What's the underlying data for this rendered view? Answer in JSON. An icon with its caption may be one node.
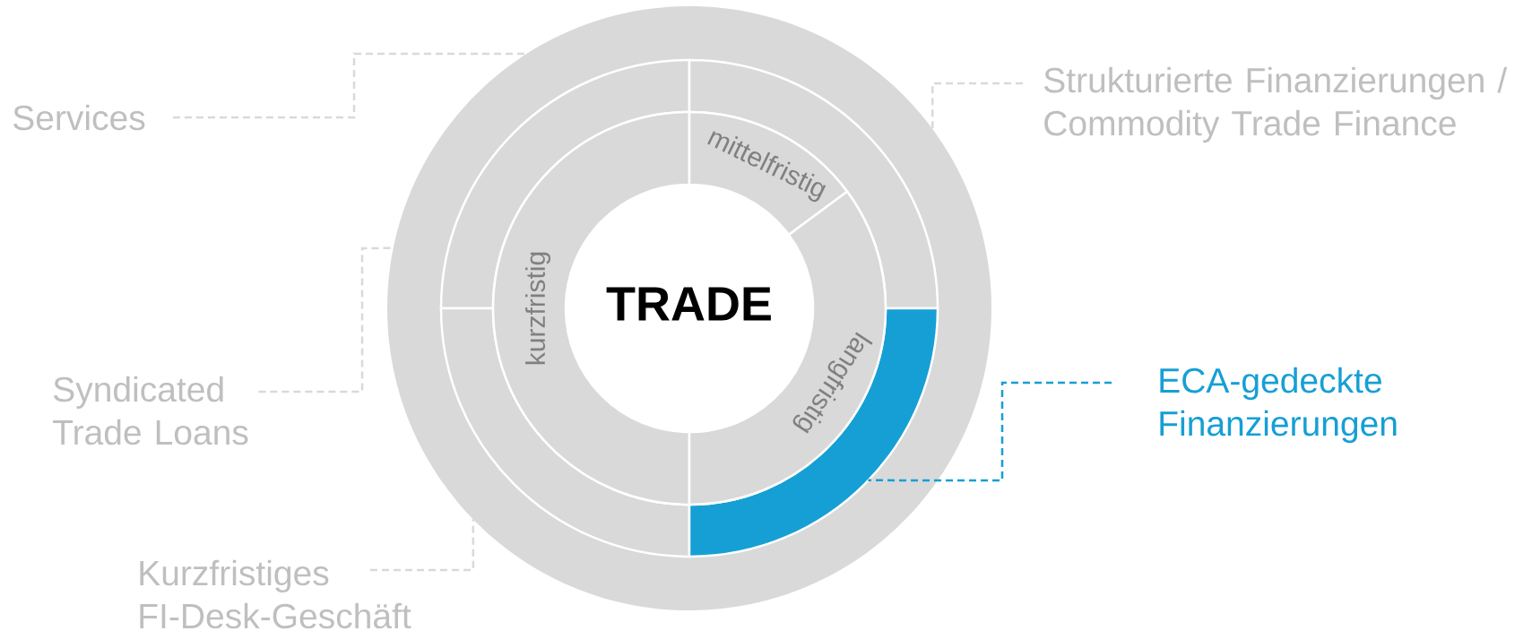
{
  "diagram": {
    "nodes": [
      {
        "text": [
          "Services"
        ]
      },
      {
        "text": [
          "Strukturierte Finanzierungen / Commodity Trade Finance"
        ]
      },
      {
        "text": [],
        "shape": "circle"
      },
      {
        "text": [],
        "shape": "arc",
        "in": 2
      },
      {
        "text": [],
        "shape": "arc",
        "in": 2
      },
      {
        "text": [],
        "shape": "arc",
        "in": 2
      },
      {
        "text": [],
        "shape": "arc",
        "in": 2
      },
      {
        "text": [
          "kurzfristig"
        ],
        "in": 2
      },
      {
        "text": [
          "mittelfristig"
        ],
        "in": 2
      },
      {
        "text": [
          "langfristig"
        ],
        "in": 2
      },
      {
        "text": [
          "TRADE"
        ],
        "in": 2
      },
      {
        "text": [
          "Syndicated Trade Loans"
        ]
      },
      {
        "text": [
          "ECA-gedeckte Finanzierungen"
        ]
      },
      {
        "text": [
          "Kurzfristiges FI-Desk-Geschäft"
        ]
      }
    ],
    "edges": [
      {
        "from": 0,
        "to": 2,
        "arrow": "none",
        "style": "dashed"
      },
      {
        "from": 1,
        "to": 2,
        "arrow": "none",
        "style": "dashed"
      },
      {
        "from": 11,
        "to": 2,
        "arrow": "none",
        "style": "dashed"
      },
      {
        "from": 13,
        "to": 2,
        "arrow": "none",
        "style": "dashed"
      },
      {
        "from": 12,
        "to": 6,
        "arrow": "none",
        "style": "dashed",
        "color": "#169fd5"
      }
    ]
  }
}
